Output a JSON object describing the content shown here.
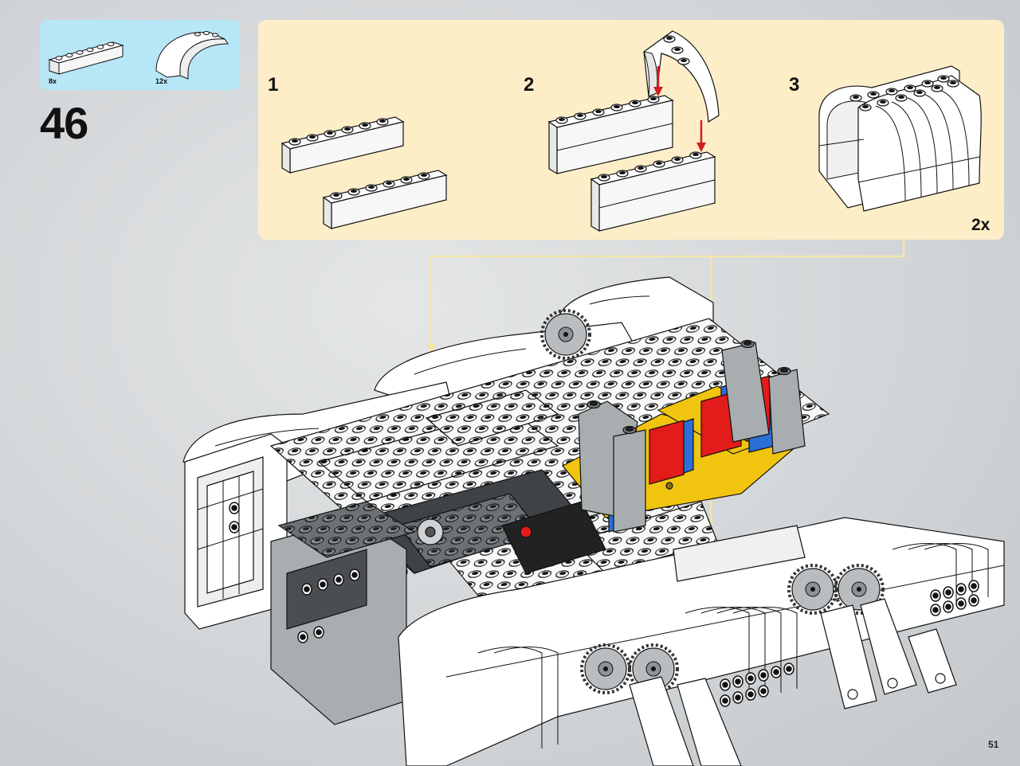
{
  "parts_list": {
    "items": [
      {
        "name": "brick-1x6-white",
        "quantity": "8x"
      },
      {
        "name": "arch-1x5x4-white",
        "quantity": "12x"
      }
    ]
  },
  "step": {
    "number": "46"
  },
  "sub_assembly": {
    "steps": [
      {
        "label": "1"
      },
      {
        "label": "2"
      },
      {
        "label": "3"
      }
    ],
    "multiplier": "2x"
  },
  "page": {
    "number": "51"
  },
  "colors": {
    "parts_box": "#b7e6f6",
    "sub_panel": "#fdeec8",
    "arrow": "#d01d1d",
    "callout_line": "#f4e6a8",
    "brick_white": "#ffffff",
    "technic_yellow": "#f1c40f",
    "technic_blue": "#2c6fd8",
    "technic_red": "#e21b1b",
    "light_gray": "#a8aeb0",
    "dark_gray": "#4a4e52"
  }
}
